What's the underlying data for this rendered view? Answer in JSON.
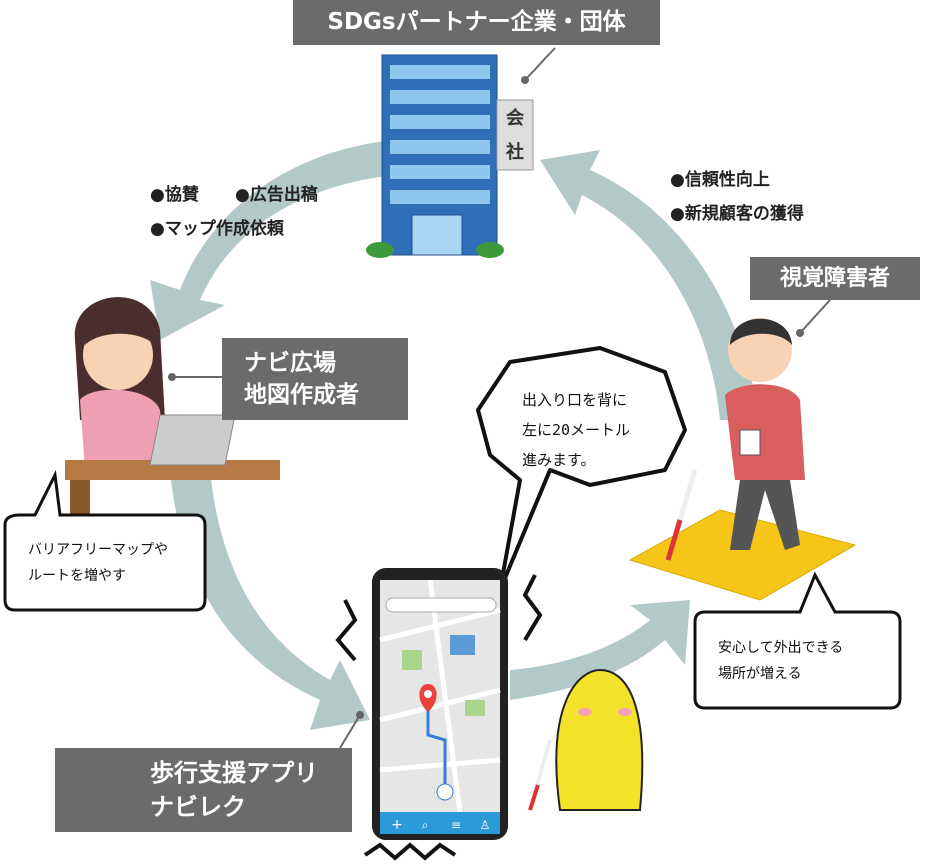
{
  "labels": {
    "partner": "SDGsパートナー企業・団体",
    "visually_impaired": "視覚障害者",
    "creator_line1": "ナビ広場",
    "creator_line2": "地図作成者",
    "app_line1": "歩行支援アプリ",
    "app_line2": "ナビレク"
  },
  "benefits": {
    "to_creator": [
      "●協賛",
      "●広告出稿",
      "●マップ作成依頼"
    ],
    "to_partner": [
      "●信頼性向上",
      "●新規顧客の獲得"
    ]
  },
  "bubbles": {
    "creator": [
      "バリアフリーマップや",
      "ルートを増やす"
    ],
    "user": [
      "安心して外出できる",
      "場所が増える"
    ],
    "phone": [
      "出入り口を背に",
      "左に20メートル",
      "進みます。"
    ]
  },
  "building_sign": [
    "会",
    "社"
  ],
  "colors": {
    "label_bg": "#6b6b6b",
    "arrow": "#b3c9c8",
    "phone_bar": "#2d9ad8",
    "tactile": "#f5c518",
    "pin": "#e8433a"
  }
}
